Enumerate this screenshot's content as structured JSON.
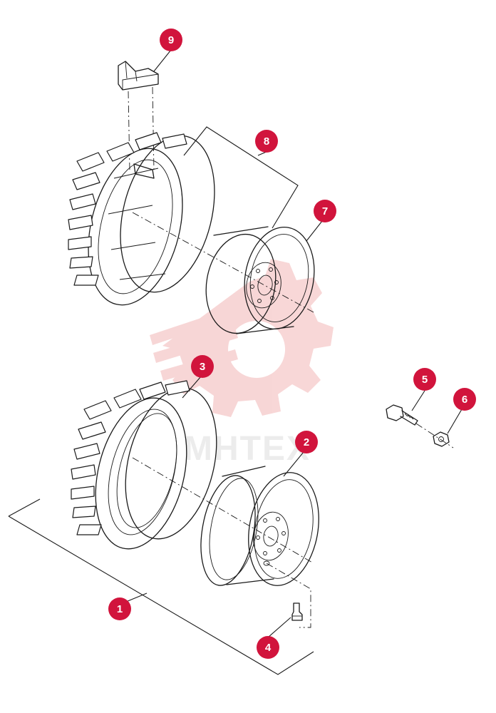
{
  "watermark": {
    "text": "MHTEX",
    "color": "#f2b6b6"
  },
  "callout_color": "#d1143c",
  "callouts": [
    {
      "id": 1,
      "label": "1"
    },
    {
      "id": 2,
      "label": "2"
    },
    {
      "id": 3,
      "label": "3"
    },
    {
      "id": 4,
      "label": "4"
    },
    {
      "id": 5,
      "label": "5"
    },
    {
      "id": 6,
      "label": "6"
    },
    {
      "id": 7,
      "label": "7"
    },
    {
      "id": 8,
      "label": "8"
    },
    {
      "id": 9,
      "label": "9"
    }
  ]
}
